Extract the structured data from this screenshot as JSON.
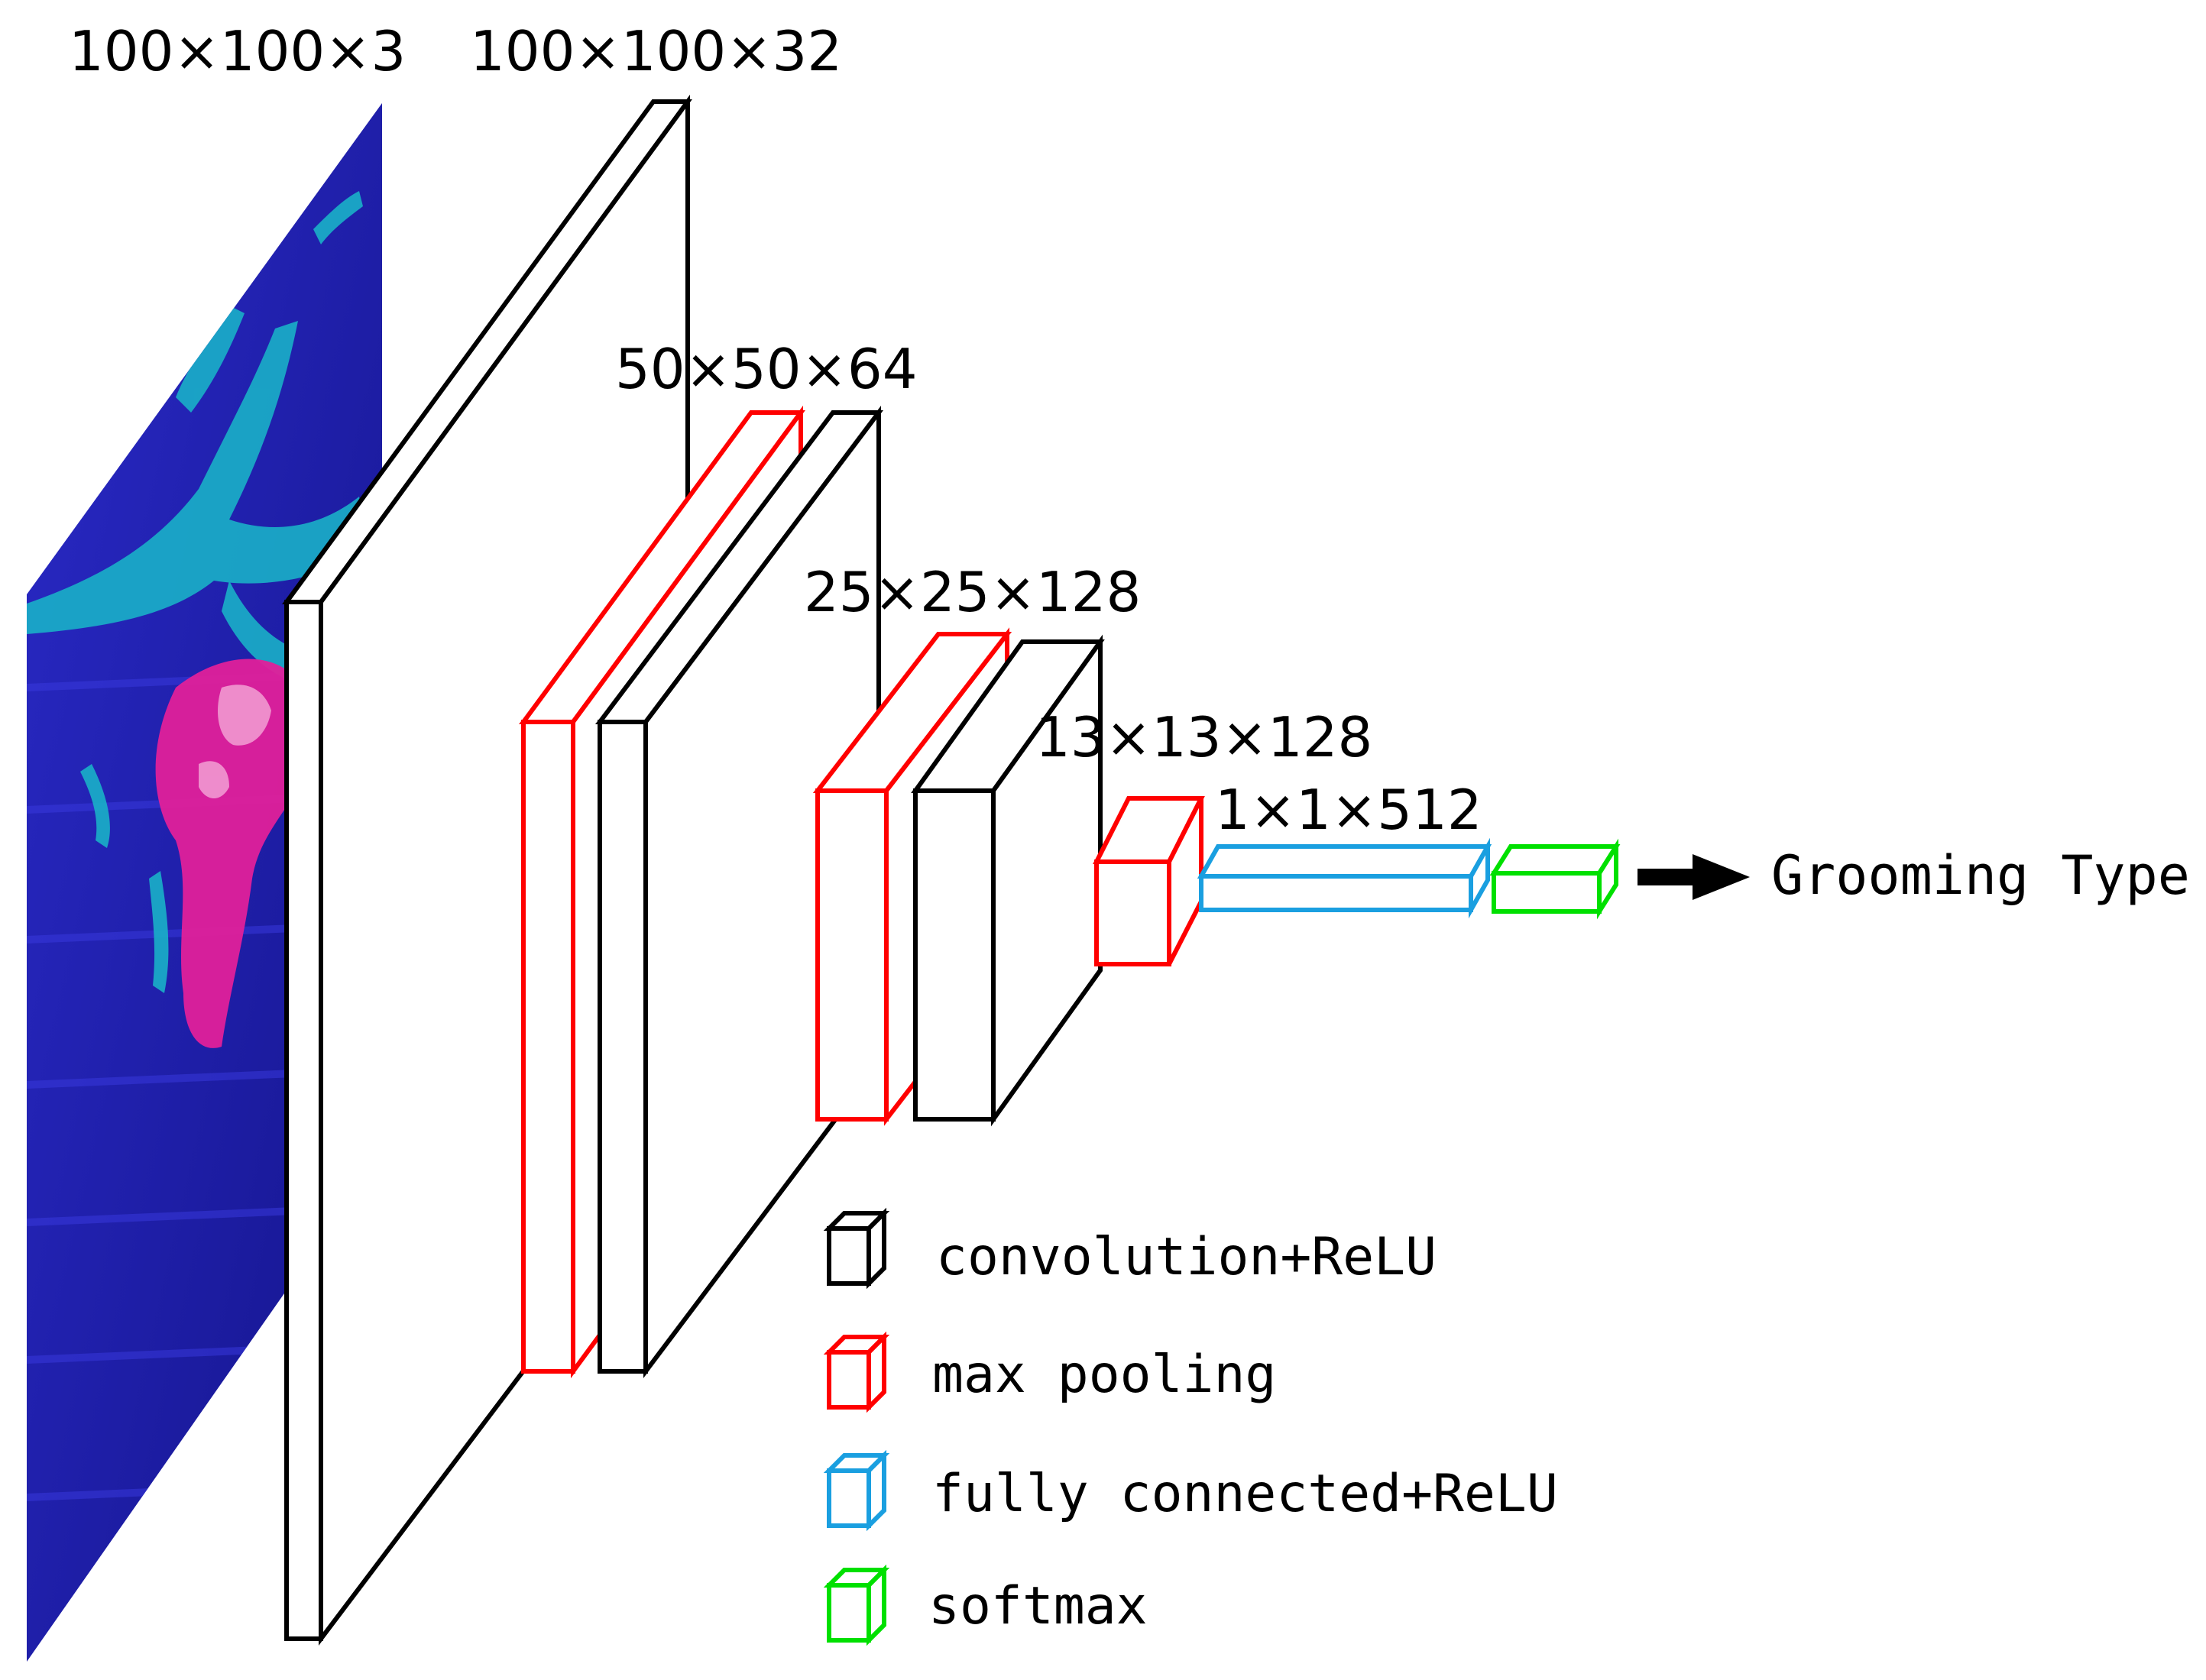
{
  "dimension_labels": {
    "input": "100×100×3",
    "conv1": "100×100×32",
    "block2": "50×50×64",
    "block3": "25×25×128",
    "pool3": "13×13×128",
    "fc": "1×1×512"
  },
  "output_label": "Grooming Type",
  "legend": [
    {
      "label": "convolution+ReLU",
      "color": "#000000",
      "icon": "black-cube-icon"
    },
    {
      "label": "max pooling",
      "color": "#ff0000",
      "icon": "red-cube-icon"
    },
    {
      "label": "fully connected+ReLU",
      "color": "#1a9fe0",
      "icon": "blue-cube-icon"
    },
    {
      "label": "softmax",
      "color": "#00e000",
      "icon": "green-cube-icon"
    }
  ],
  "colors": {
    "convolution": "#000000",
    "pooling": "#ff0000",
    "fully_connected": "#1a9fe0",
    "softmax": "#00e000",
    "image_background": "#1a1aa8",
    "image_cyan": "#1ab0c8",
    "image_magenta": "#e0209a"
  }
}
